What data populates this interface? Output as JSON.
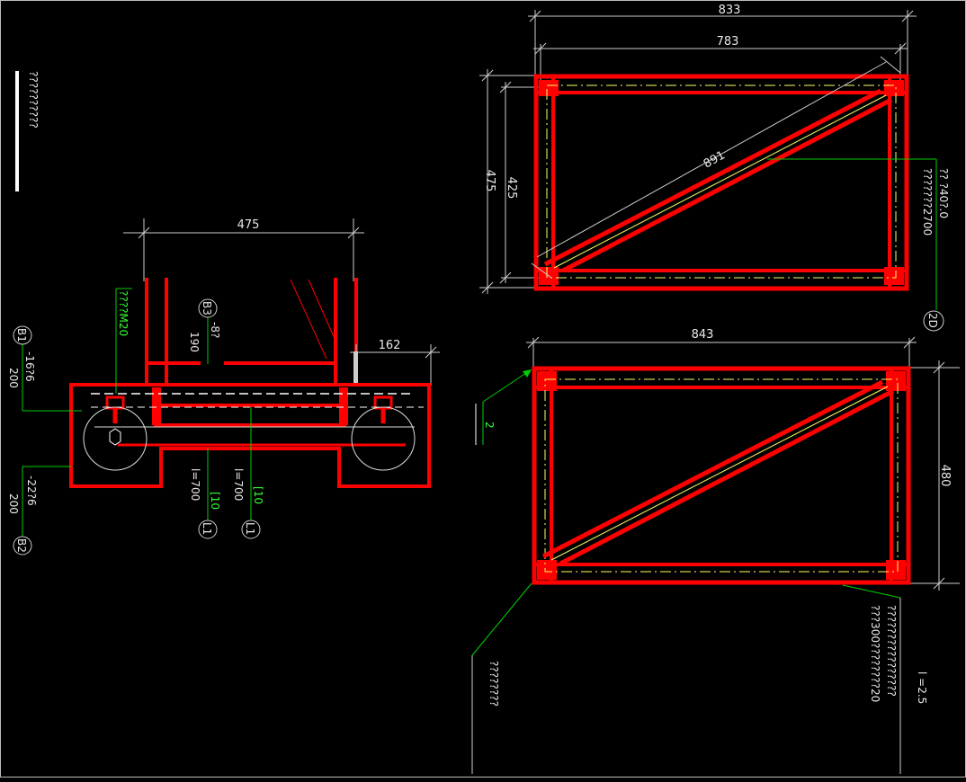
{
  "colors": {
    "background": "#000000",
    "steel": "#ff0000",
    "dimension": "#cfcfcf",
    "leader": "#00d000",
    "centerline": "#ffff66"
  },
  "left_note": {
    "text": "??????????"
  },
  "section": {
    "dim_475": "475",
    "dim_162": "162",
    "anchor_note": "????M20",
    "b1": {
      "tag": "B1",
      "spec": "-16?6",
      "len": "200"
    },
    "b2": {
      "tag": "B2",
      "spec": "-22?6",
      "len": "200"
    },
    "b3": {
      "tag": "B3",
      "spec": "-8?",
      "len": "190"
    },
    "l1a": {
      "tag": "L1",
      "spec": "[10",
      "len": "l=700"
    },
    "l1b": {
      "tag": "L1",
      "spec": "[10",
      "len": "l=700"
    }
  },
  "top_plan": {
    "dim_833": "833",
    "dim_783": "783",
    "dim_475": "475",
    "dim_425": "425",
    "diag": "891",
    "note_line1": "?? ?40?.0",
    "note_line2": "???????2700",
    "tag": "2D"
  },
  "bottom_plan": {
    "dim_843": "843",
    "dim_480": "480",
    "section_tag": "2",
    "note_left": "????????",
    "note_right_line1": "????????????????",
    "note_right_line2": "???300????????20",
    "note_far_right": "l =2.5"
  }
}
